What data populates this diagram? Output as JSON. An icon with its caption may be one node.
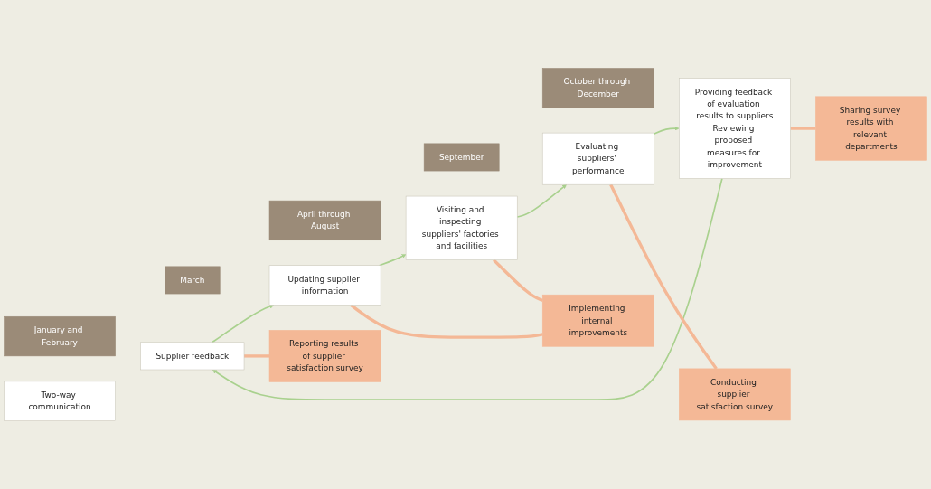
{
  "diagram": {
    "nodes": [
      {
        "text": [
          "January and February"
        ]
      },
      {
        "text": [
          "March"
        ]
      },
      {
        "text": [
          "April through August"
        ]
      },
      {
        "text": [
          "September"
        ]
      },
      {
        "text": [
          "October through December"
        ]
      },
      {
        "text": [
          "Supplier feedback"
        ]
      },
      {
        "text": [
          "Updating supplier information"
        ]
      },
      {
        "text": [
          "Visiting and inspecting suppliers' factories and facilities"
        ]
      },
      {
        "text": [
          "Evaluating suppliers' performance"
        ]
      },
      {
        "text": [
          "Providing feedback of evaluation results to suppliers",
          "Reviewing proposed measures for improvement"
        ]
      },
      {
        "text": [
          "Reporting results of supplier satisfaction survey"
        ]
      },
      {
        "text": [
          "Implementing internal improvements"
        ]
      },
      {
        "text": [
          "Conducting supplier satisfaction survey"
        ]
      },
      {
        "text": [
          "Sharing survey results with relevant departments"
        ]
      },
      {
        "text": [
          "Two-way communication"
        ]
      }
    ],
    "edges": [
      {
        "from": 5,
        "to": 6,
        "arrow": "to"
      },
      {
        "from": 6,
        "to": 7,
        "arrow": "to"
      },
      {
        "from": 7,
        "to": 8,
        "arrow": "to"
      },
      {
        "from": 8,
        "to": 9,
        "arrow": "to"
      },
      {
        "from": 9,
        "to": 5,
        "arrow": "to"
      },
      {
        "from": 5,
        "to": 10,
        "arrow": "none",
        "style": "thick",
        "color": "#f4b896"
      },
      {
        "from": 6,
        "to": 11,
        "arrow": "none",
        "style": "thick",
        "color": "#f4b896"
      },
      {
        "from": 7,
        "to": 11,
        "arrow": "none",
        "style": "thick",
        "color": "#f4b896"
      },
      {
        "from": 8,
        "to": 12,
        "arrow": "none",
        "style": "thick",
        "color": "#f4b896"
      },
      {
        "from": 9,
        "to": 13,
        "arrow": "none",
        "style": "thick",
        "color": "#f4b896"
      }
    ]
  }
}
